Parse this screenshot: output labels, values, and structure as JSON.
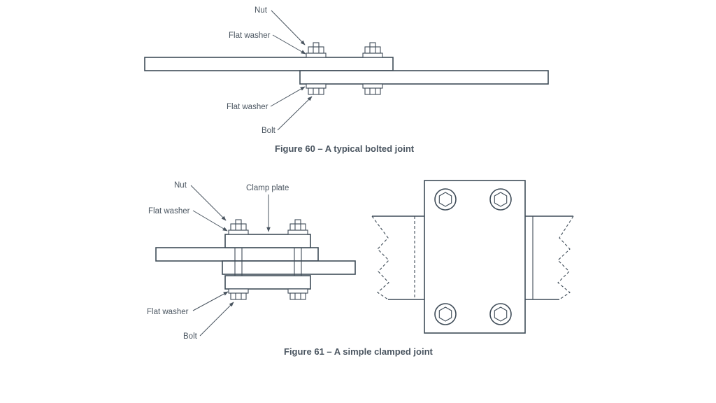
{
  "figure60": {
    "labels": {
      "nut": "Nut",
      "flat_washer_top": "Flat washer",
      "flat_washer_bottom": "Flat washer",
      "bolt": "Bolt"
    },
    "caption": "Figure 60 – A typical bolted joint"
  },
  "figure61": {
    "labels": {
      "nut": "Nut",
      "flat_washer_top": "Flat washer",
      "clamp_plate": "Clamp plate",
      "flat_washer_bottom": "Flat washer",
      "bolt": "Bolt"
    },
    "caption": "Figure 61 – A simple clamped joint"
  },
  "colors": {
    "line": "#3f4c58",
    "text": "#4a5560",
    "background": "#ffffff"
  }
}
